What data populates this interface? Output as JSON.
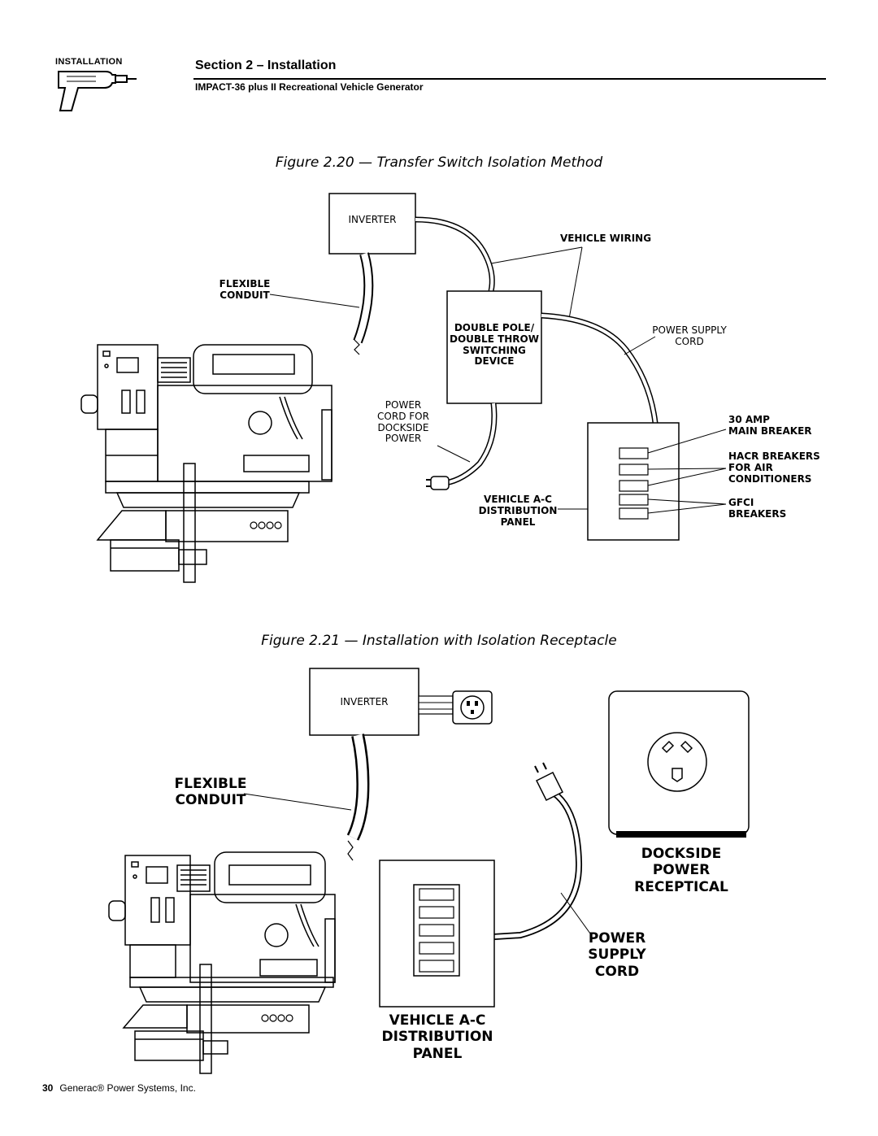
{
  "header": {
    "tag": "INSTALLATION",
    "section": "Section 2 – Installation",
    "subtitle": "IMPACT-36 plus II Recreational Vehicle Generator"
  },
  "figure_20": {
    "caption": "Figure 2.20 — Transfer Switch Isolation Method",
    "labels": {
      "inverter": "INVERTER",
      "vehicle_wiring": "VEHICLE WIRING",
      "flexible_conduit": "FLEXIBLE\nCONDUIT",
      "switching_device": "DOUBLE POLE/\nDOUBLE THROW\nSWITCHING\nDEVICE",
      "power_supply_cord": "POWER SUPPLY\nCORD",
      "dockside_cord": "POWER\nCORD FOR\nDOCKSIDE\nPOWER",
      "main_breaker": "30 AMP\nMAIN BREAKER",
      "hacr_breakers": "HACR BREAKERS\nFOR AIR\nCONDITIONERS",
      "gfci_breakers": "GFCI\nBREAKERS",
      "distribution_panel": "VEHICLE A-C\nDISTRIBUTION\nPANEL"
    }
  },
  "figure_21": {
    "caption": "Figure 2.21 — Installation with Isolation Receptacle",
    "labels": {
      "inverter": "INVERTER",
      "flexible_conduit": "FLEXIBLE\nCONDUIT",
      "dockside_receptacle": "DOCKSIDE\nPOWER\nRECEPTICAL",
      "power_supply_cord": "POWER\nSUPPLY\nCORD",
      "distribution_panel": "VEHICLE A-C\nDISTRIBUTION\nPANEL"
    }
  },
  "footer": {
    "page_number": "30",
    "company": "Generac® Power Systems, Inc."
  }
}
